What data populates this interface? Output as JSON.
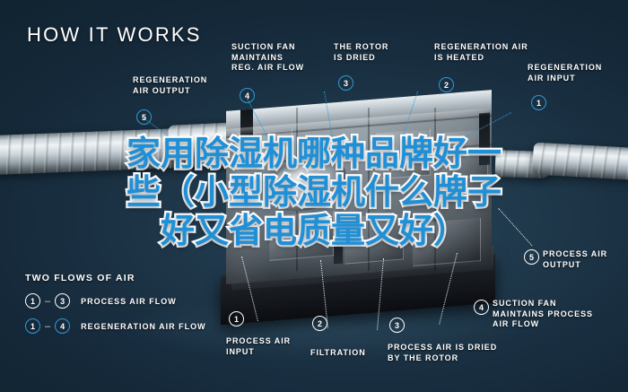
{
  "title": "HOW IT WORKS",
  "colors": {
    "background_dark": "#0d2530",
    "background_mid": "#1e3243",
    "accent_blue": "#2f9ad4",
    "label_white": "#ffffff",
    "overlay_blue": "#1f8fd6",
    "overlay_stroke": "#ffffff"
  },
  "overlay_headline": {
    "line1": "家用除湿机哪种品牌好一",
    "line2": "些（小型除湿机什么牌子",
    "line3": "好又省电质量又好）"
  },
  "legend": {
    "heading": "TWO FLOWS OF AIR",
    "rows": [
      {
        "from": "1",
        "to": "3",
        "label": "PROCESS AIR FLOW",
        "style": "white"
      },
      {
        "from": "1",
        "to": "4",
        "label": "REGENERATION AIR FLOW",
        "style": "blue"
      }
    ],
    "dash": "–"
  },
  "callouts_top": [
    {
      "number": "5",
      "label": "REGENERATION\nAIR OUTPUT"
    },
    {
      "number": "4",
      "label": "SUCTION FAN\nMAINTAINS\nREG. AIR FLOW"
    },
    {
      "number": "3",
      "label": "THE ROTOR\nIS DRIED"
    },
    {
      "number": "2",
      "label": "REGENERATION AIR\nIS HEATED"
    },
    {
      "number": "1",
      "label": "REGENERATION\nAIR INPUT"
    }
  ],
  "callouts_bottom": [
    {
      "number": "1",
      "label": "PROCESS AIR\nINPUT"
    },
    {
      "number": "2",
      "label": "FILTRATION"
    },
    {
      "number": "3",
      "label": "PROCESS AIR IS DRIED\nBY THE ROTOR"
    },
    {
      "number": "4",
      "label": "SUCTION FAN\nMAINTAINS PROCESS\nAIR FLOW"
    },
    {
      "number": "5",
      "label": "PROCESS AIR\nOUTPUT"
    }
  ]
}
